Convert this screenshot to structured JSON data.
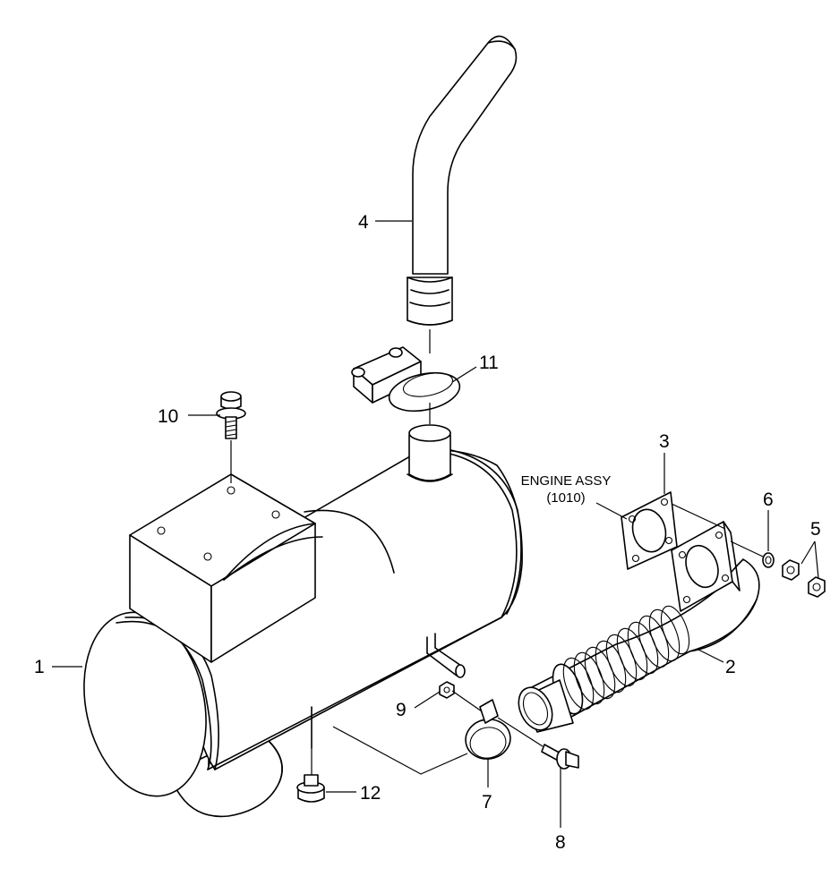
{
  "callouts": {
    "c1": "1",
    "c2": "2",
    "c3": "3",
    "c4": "4",
    "c5": "5",
    "c6": "6",
    "c7": "7",
    "c8": "8",
    "c9": "9",
    "c10": "10",
    "c11": "11",
    "c12": "12"
  },
  "note": {
    "line1": "ENGINE ASSY",
    "line2": "(1010)"
  }
}
